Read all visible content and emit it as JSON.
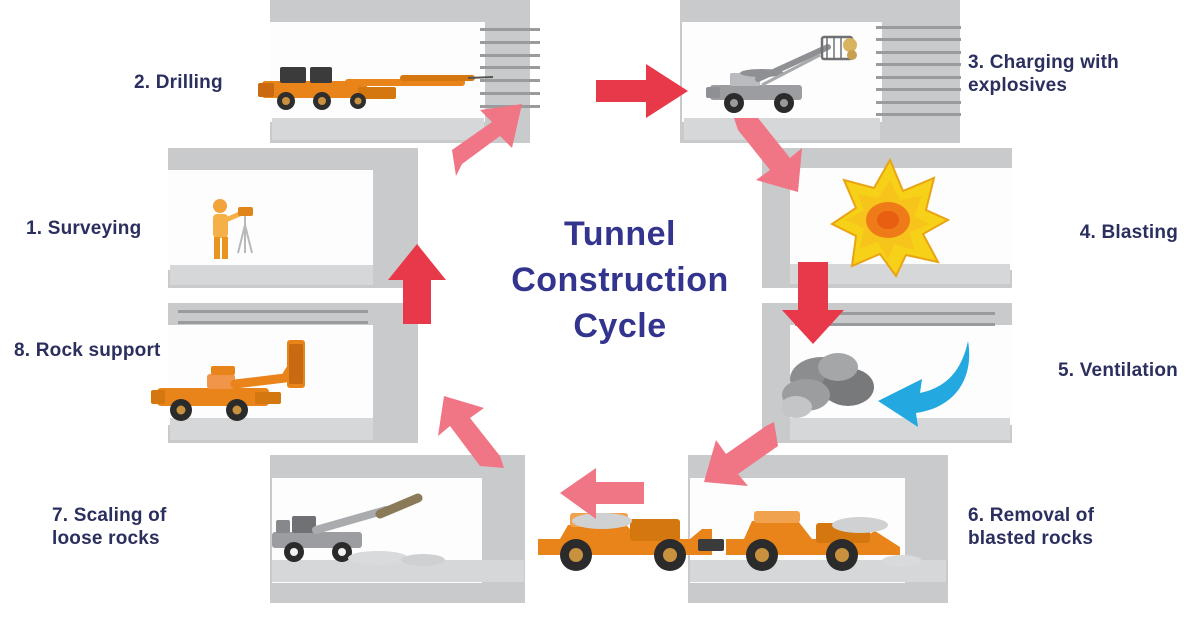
{
  "title": {
    "line1": "Tunnel",
    "line2": "Construction",
    "line3": "Cycle",
    "full": "Tunnel Construction Cycle",
    "color": "#33348e"
  },
  "theme": {
    "label_color": "#2b2f5e",
    "panel_gray": "#c9cacb",
    "machine_orange": "#e8841a",
    "machine_gray": "#8f9194",
    "arrow_red": "#e8394a",
    "arrow_pink": "#f07585",
    "blast_yellow": "#f7d117",
    "blast_core": "#ef7a18",
    "vent_blue": "#23a8e0",
    "background": "#ffffff"
  },
  "steps": [
    {
      "number": "1",
      "label": "1. Surveying",
      "icon": "surveyor-figure",
      "position": "left-middle-upper"
    },
    {
      "number": "2",
      "label": "2. Drilling",
      "icon": "drill-jumbo-machine",
      "position": "top-left"
    },
    {
      "number": "3",
      "label": "3.  Charging with\nexplosives",
      "icon": "charging-vehicle-with-basket",
      "position": "top-right"
    },
    {
      "number": "4",
      "label": "4. Blasting",
      "icon": "explosion-starburst",
      "position": "right-upper"
    },
    {
      "number": "5",
      "label": "5. Ventilation",
      "icon": "smoke-cloud-and-blue-airflow-arrow",
      "position": "right-lower"
    },
    {
      "number": "6",
      "label": "6.  Removal of\nblasted rocks",
      "icon": "haul-truck-loader",
      "position": "bottom-right"
    },
    {
      "number": "7",
      "label": "7. Scaling of\n   loose rocks",
      "icon": "scaling-machine-with-boom",
      "position": "bottom-left"
    },
    {
      "number": "8",
      "label": "8. Rock support",
      "icon": "shotcrete-rock-bolting-machine",
      "position": "left-lower"
    }
  ],
  "flow_arrows": [
    {
      "name": "arrow-drilling-to-charging",
      "direction": "right",
      "color": "#e8394a"
    },
    {
      "name": "arrow-charging-to-blasting",
      "direction": "down-right",
      "color": "#f07585"
    },
    {
      "name": "arrow-blasting-to-ventilation",
      "direction": "down",
      "color": "#e8394a"
    },
    {
      "name": "arrow-ventilation-to-removal",
      "direction": "down-left",
      "color": "#f07585"
    },
    {
      "name": "arrow-removal-to-scaling",
      "direction": "left",
      "color": "#f07585"
    },
    {
      "name": "arrow-scaling-to-rocksupport",
      "direction": "up-left",
      "color": "#f07585"
    },
    {
      "name": "arrow-rocksupport-to-surveying",
      "direction": "up",
      "color": "#e8394a"
    },
    {
      "name": "arrow-surveying-to-drilling",
      "direction": "up-right",
      "color": "#f07585"
    }
  ]
}
